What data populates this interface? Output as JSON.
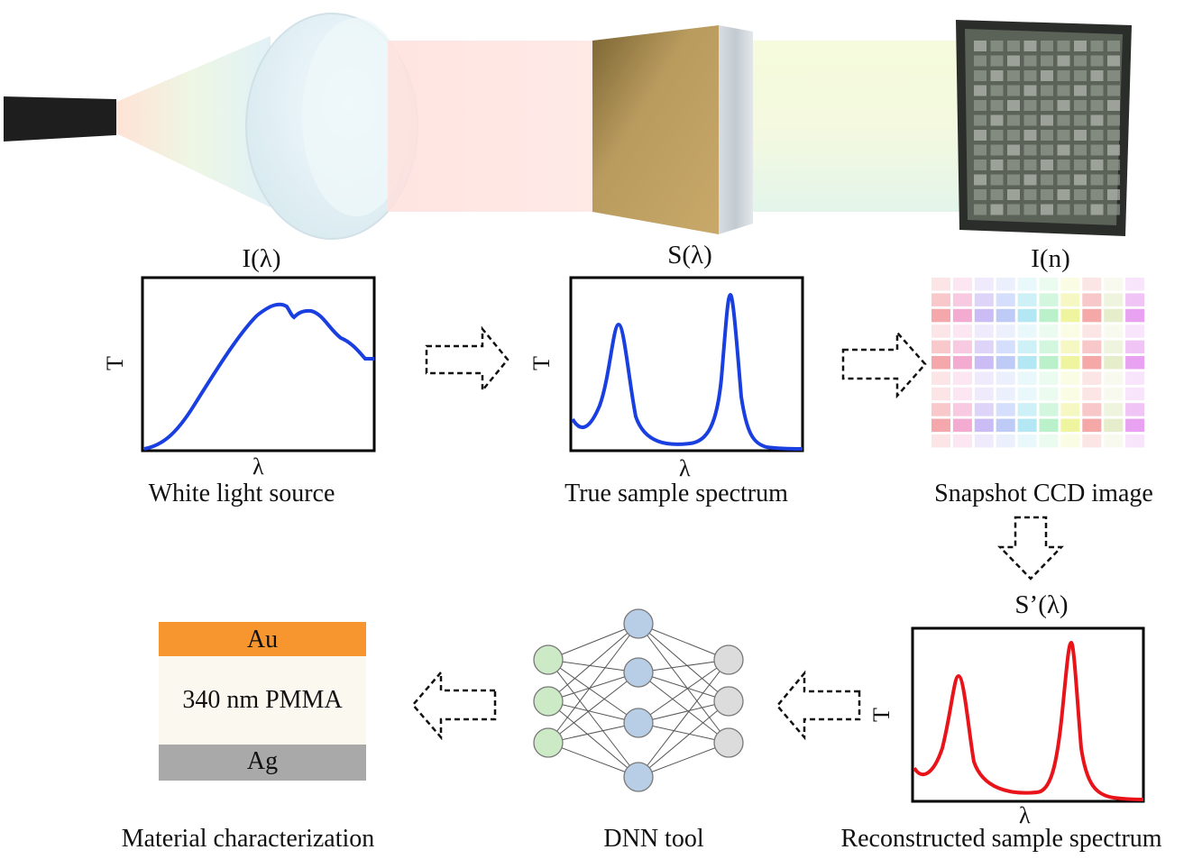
{
  "diagram": {
    "top_labels": {
      "source_fn": "I(λ)",
      "sample_fn": "S(λ)",
      "ccd_fn": "I(n)",
      "recon_fn": "S’(λ)"
    },
    "axis": {
      "y": "T",
      "x": "λ"
    },
    "captions": {
      "source": "White light source",
      "sample": "True sample spectrum",
      "ccd": "Snapshot CCD image",
      "recon": "Reconstructed sample spectrum",
      "dnn": "DNN tool",
      "material": "Material characterization"
    },
    "stack": {
      "top": "Au",
      "middle": "340 nm PMMA",
      "bottom": "Ag"
    },
    "colors": {
      "blue_curve": "#1a3fe0",
      "red_curve": "#e8141a",
      "au": "#f7962f",
      "pmma": "#fbf8ef",
      "ag": "#a9a9a9",
      "input_node": "#cdeac6",
      "hidden_node": "#b8cde6",
      "output_node": "#dcdcdc"
    }
  }
}
